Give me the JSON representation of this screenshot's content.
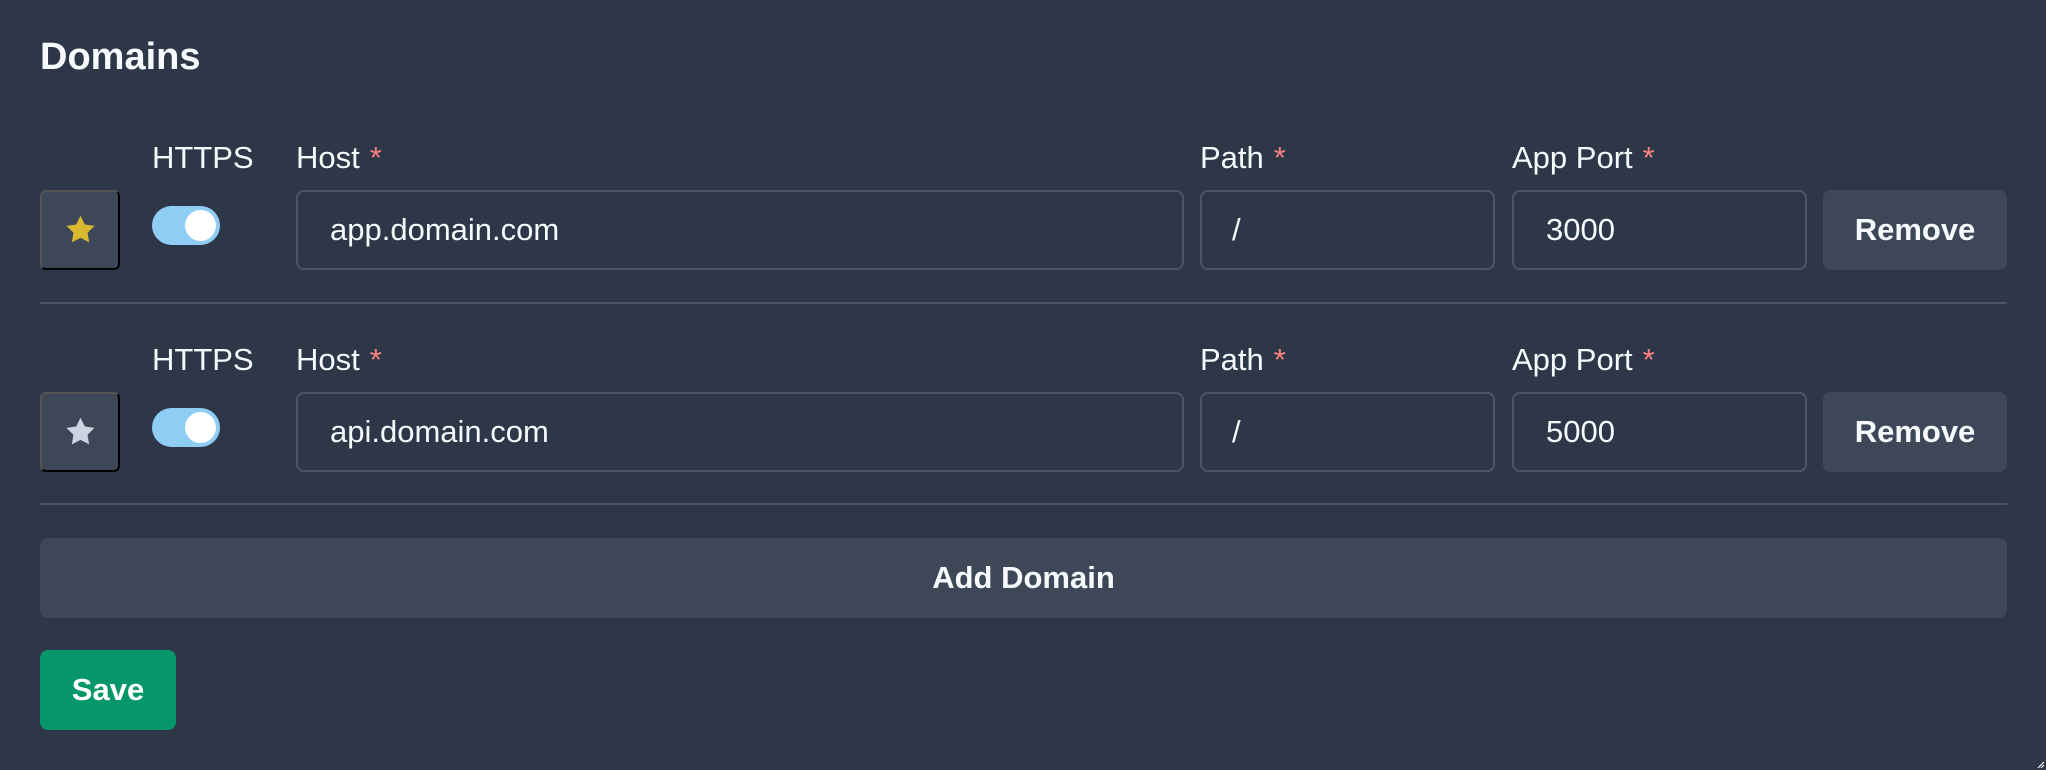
{
  "section": {
    "title": "Domains"
  },
  "labels": {
    "https": "HTTPS",
    "host": "Host",
    "path": "Path",
    "app_port": "App Port",
    "required_marker": "*"
  },
  "domains": [
    {
      "primary": true,
      "star_icon": "star-filled-icon",
      "https_enabled": true,
      "host": "app.domain.com",
      "path": "/",
      "app_port": "3000",
      "remove_label": "Remove"
    },
    {
      "primary": false,
      "star_icon": "star-outline-icon",
      "https_enabled": true,
      "host": "api.domain.com",
      "path": "/",
      "app_port": "5000",
      "remove_label": "Remove"
    }
  ],
  "actions": {
    "add_domain_label": "Add Domain",
    "save_label": "Save"
  },
  "colors": {
    "background": "#2d3748",
    "card": "#3d4758",
    "border": "#4a5568",
    "text": "#f7fafc",
    "required": "#fc8181",
    "primary_star": "#d7b82f",
    "inactive_star": "#cbd5e0",
    "toggle_on": "#90cdf4",
    "save": "#059669"
  }
}
